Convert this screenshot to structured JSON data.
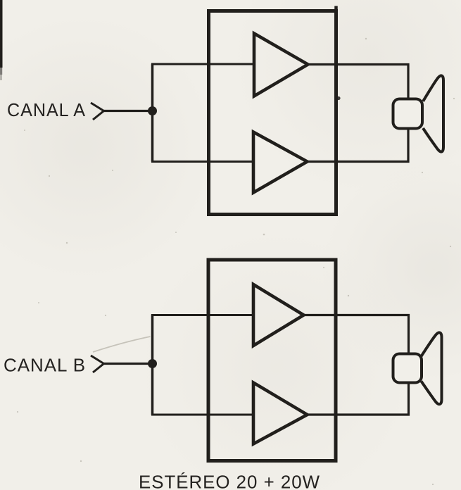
{
  "diagram": {
    "channels": [
      {
        "label": "CANAL A",
        "amplifiers": 2,
        "output": "speaker"
      },
      {
        "label": "CANAL B",
        "amplifiers": 2,
        "output": "speaker"
      }
    ],
    "caption": "ESTÉREO 20 + 20W",
    "colors": {
      "ink": "#211f1c",
      "paper": "#f1efe9"
    }
  }
}
